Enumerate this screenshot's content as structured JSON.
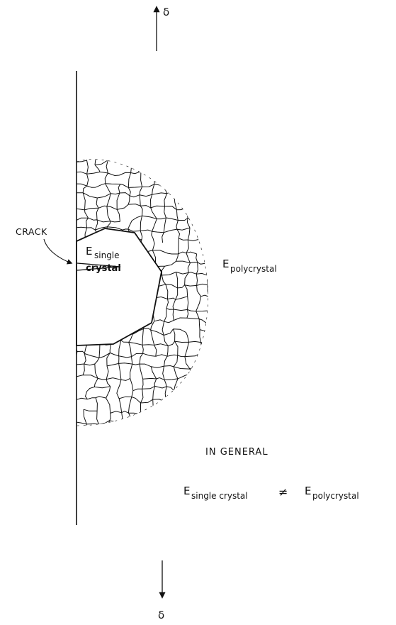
{
  "delta_top": "δ",
  "delta_bottom": "δ",
  "crack_label": "CRACK",
  "inner_region": {
    "symbol": "E",
    "subscript_line1": "single",
    "line2": "crystal"
  },
  "outer_region": {
    "symbol": "E",
    "subscript": "polycrystal"
  },
  "note": {
    "heading": "IN GENERAL",
    "lhs_symbol": "E",
    "lhs_subscript": "single crystal",
    "relation": "≠",
    "rhs_symbol": "E",
    "rhs_subscript": "polycrystal"
  }
}
